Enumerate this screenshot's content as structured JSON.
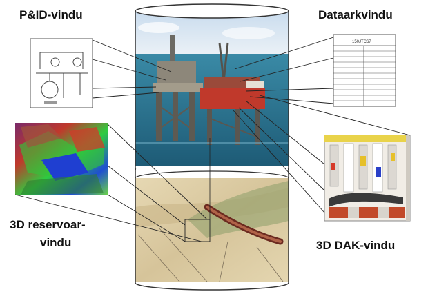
{
  "labels": {
    "pid_window": "P&ID-vindu",
    "datasheet_window": "Dataarkvindu",
    "reservoir_window_line1": "3D reservoar-",
    "reservoir_window_line2": "vindu",
    "cad_window": "3D DAK-vindu"
  },
  "datasheet": {
    "tag": "150JTC67"
  },
  "colors": {
    "sky": "#dfe9f3",
    "sea": "#2a6f8c",
    "platform": "#8a8478",
    "rig_red": "#c0392b",
    "connector_line": "#222222",
    "subsurface": "#d9c9a0"
  }
}
